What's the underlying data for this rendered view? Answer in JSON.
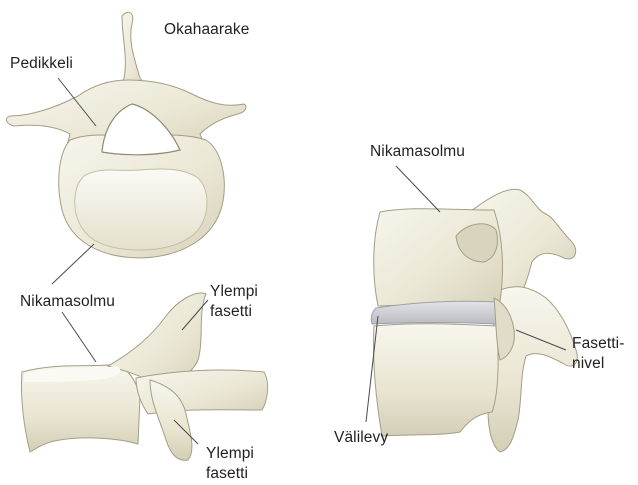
{
  "labels": {
    "spinous_process": "Okahaarake",
    "pedicle": "Pedikkeli",
    "vertebral_body_top": "Nikamasolmu",
    "superior_facet_upper_1": "Ylempi",
    "superior_facet_upper_2": "fasetti",
    "vertebral_body_side": "Nikamasolmu",
    "superior_facet_lower_1": "Ylempi",
    "superior_facet_lower_2": "fasetti",
    "vertebral_body_right": "Nikamasolmu",
    "facet_joint_1": "Fasetti-",
    "facet_joint_2": "nivel",
    "disc": "Välilevy"
  },
  "colors": {
    "bone": "#ece9d9",
    "bone_light": "#f6f4ea",
    "bone_shadow": "#cfcab2",
    "outline": "#9b967f",
    "disc": "#c9cace",
    "leader": "#4a4a4a",
    "text": "#222222"
  }
}
